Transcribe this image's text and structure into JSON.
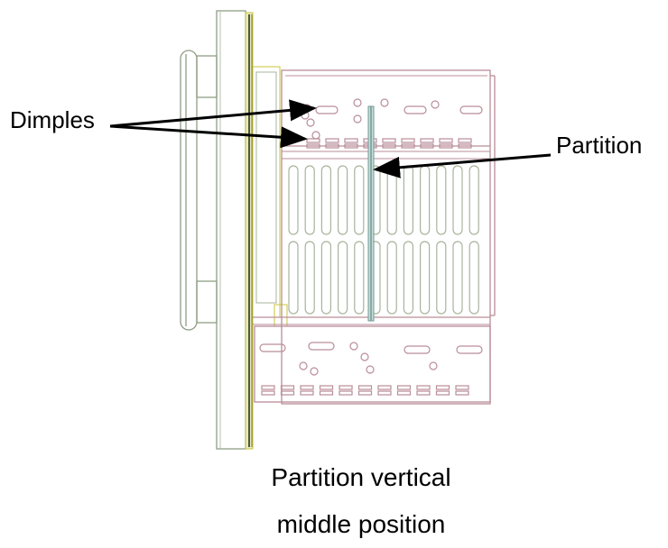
{
  "labels": {
    "dimples": "Dimples",
    "partition": "Partition"
  },
  "caption": {
    "line1": "Partition vertical",
    "line2": "middle position"
  },
  "colors": {
    "frame_green": "#8f9f86",
    "housing_pink": "#b98d99",
    "plate_dark": "#4f5a36",
    "plate_yellow": "#c9c63a",
    "partition": "#6f9a94",
    "arrow": "#000000"
  }
}
